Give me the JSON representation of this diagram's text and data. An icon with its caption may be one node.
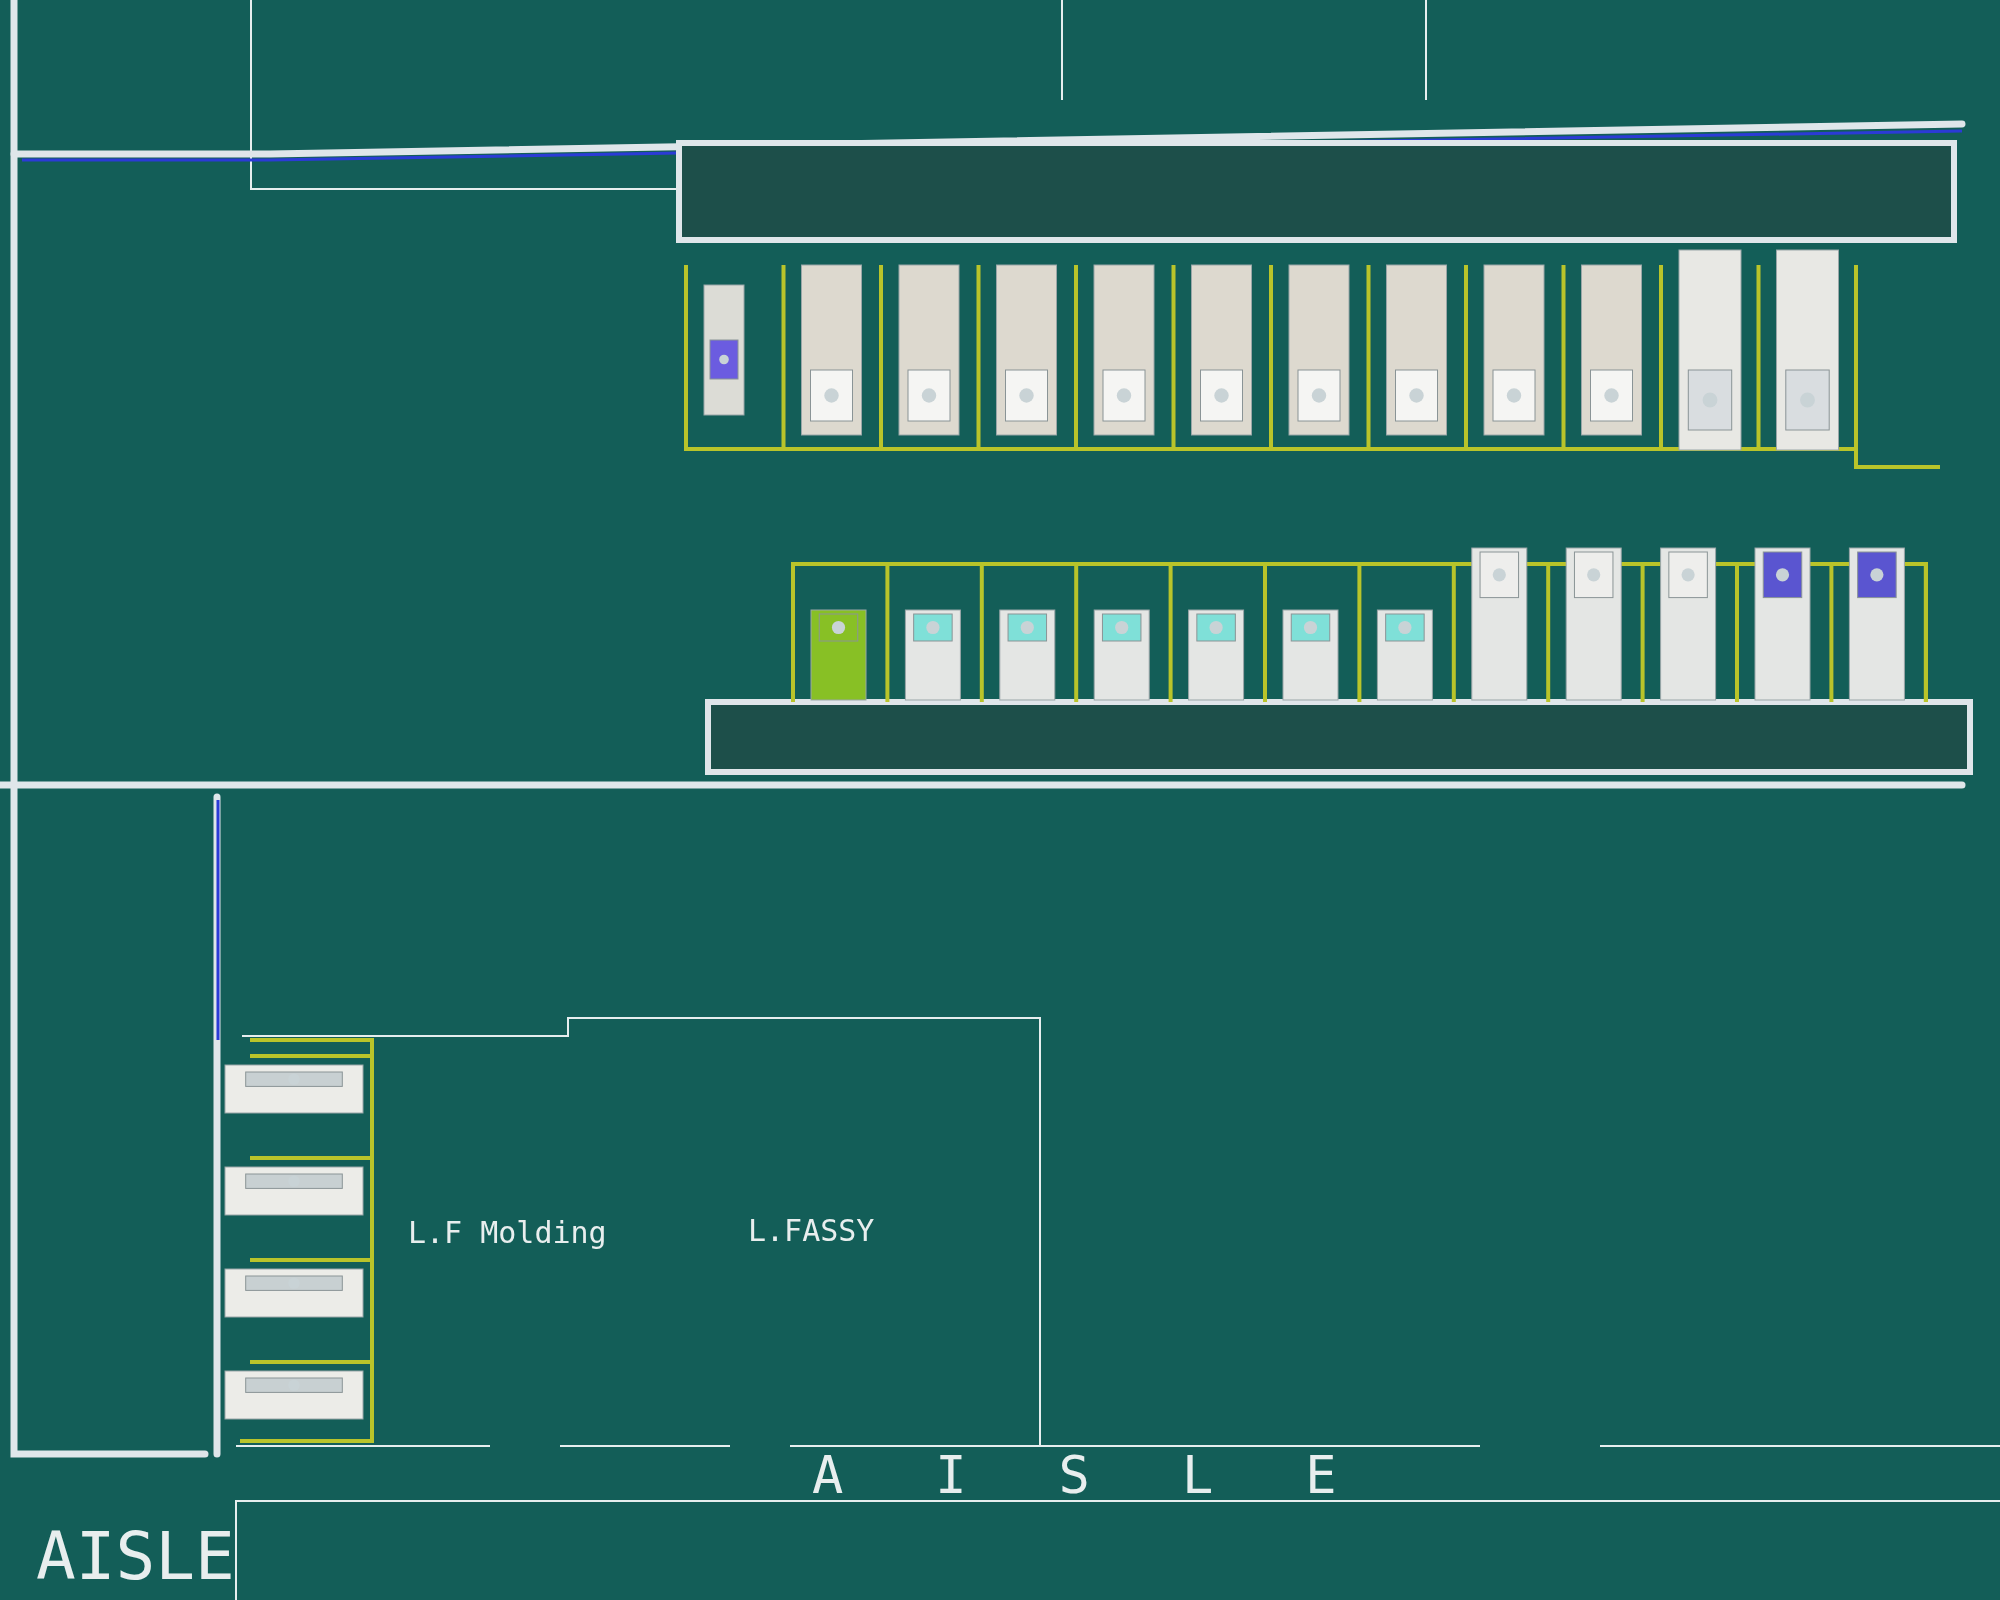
{
  "diagram": {
    "labels": [
      "L.F Molding",
      "L.FASSY",
      "AISLE",
      "AISLE"
    ]
  }
}
